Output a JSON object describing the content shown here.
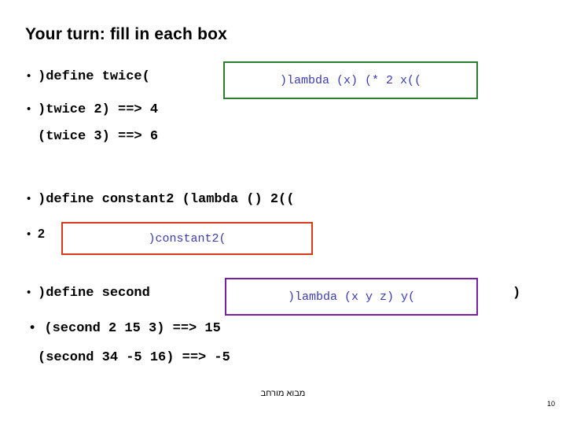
{
  "slide": {
    "title": "Your turn: fill in each box",
    "bullet_char": "•",
    "lines": {
      "l1_code": ")define twice(",
      "l1_box": ")lambda (x) (* 2 x((",
      "l2_code": ")twice 2) ==> 4",
      "l3_code": "(twice 3) ==> 6",
      "l4_code": ")define constant2 (lambda () 2((",
      "l5_label": "2",
      "l5_box": ")constant2(",
      "l6_code": ")define second",
      "l6_box": ")lambda (x y z) y(",
      "l6_tail": ")",
      "l7_code": "• (second 2 15 3) ==> 15",
      "l8_code": "(second 34 -5 16) ==> -5"
    },
    "footer": "מבוא מורחב",
    "page_number": "10",
    "colors": {
      "box_green": "#2e7d32",
      "box_red": "#d93a1a",
      "box_purple": "#7b1fa2",
      "box_text": "#3b3bb5",
      "text": "#000000"
    }
  }
}
